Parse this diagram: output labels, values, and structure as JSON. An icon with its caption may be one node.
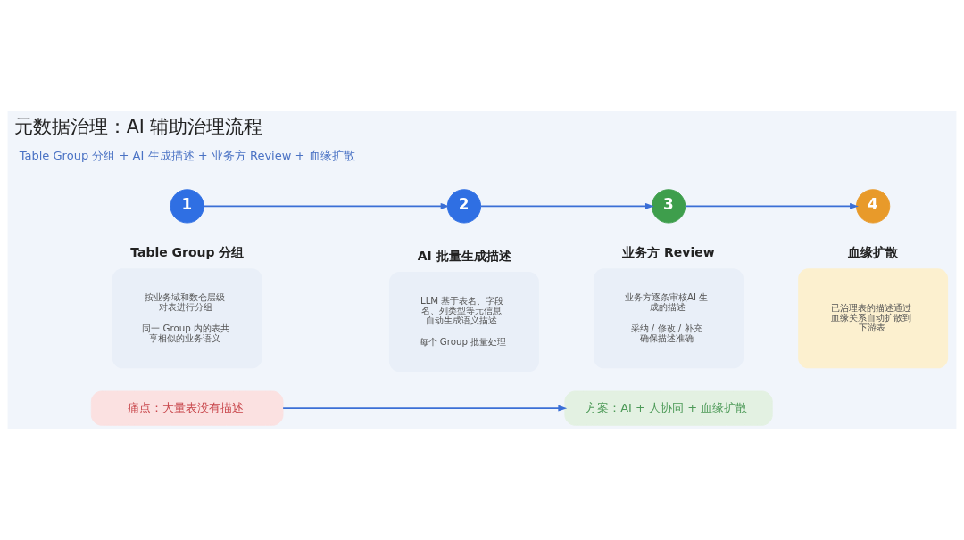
{
  "diagram": {
    "title": "元数据治理：AI 辅助治理流程",
    "nodes": [
      {
        "text": [
          "1"
        ]
      },
      {
        "text": [
          "2"
        ]
      },
      {
        "text": [
          "3"
        ]
      },
      {
        "text": [
          "4"
        ]
      },
      {
        "text": [
          "Table Group 分组",
          "按业务域和数仓层级对表进行分组",
          "同一 Group 内的表共享相似的业务语义"
        ]
      },
      {
        "text": [
          "AI 批量生成描述",
          "LLM 基于表名、字段名、列类型等元信息自动生成语义描述",
          "每个 Group 批量处理"
        ]
      },
      {
        "text": [
          "业务方 Review",
          "业务方逐条审核AI 生成的描述",
          "采纳 / 修改 / 补充确保描述准确"
        ]
      },
      {
        "text": [
          "血缘扩散",
          "已治理表的描述通过血缘关系自动扩散到下游表"
        ]
      },
      {
        "text": [
          "痛点：大量表没有描述"
        ]
      },
      {
        "text": [
          "方案：AI + 人协同 + 血缘扩散"
        ]
      }
    ],
    "edges": [
      {
        "from": 0,
        "to": 1,
        "arrow": "to"
      },
      {
        "from": 1,
        "to": 2,
        "arrow": "to"
      },
      {
        "from": 2,
        "to": 3,
        "arrow": "to"
      },
      {
        "from": 8,
        "to": 9,
        "arrow": "to"
      }
    ],
    "labels": [
      "Table Group 分组 + AI 生成描述 + 业务方 Review + 血缘扩散"
    ]
  }
}
